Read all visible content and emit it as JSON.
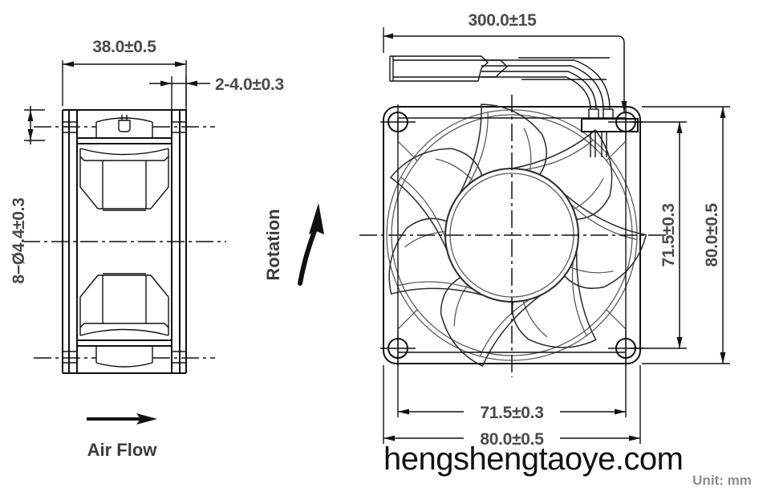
{
  "drawing": {
    "title": "Axial fan dimensional drawing",
    "unit_note": "Unit: mm",
    "watermark": "hengshengtaoye.com"
  },
  "side_view": {
    "name": "side-view",
    "dimensions": {
      "depth": "38.0±0.5",
      "mount_flange": "2-4.0±0.3",
      "mount_holes": "8−Ø4.4±0.3"
    },
    "airflow_label": "Air Flow"
  },
  "rotation": {
    "label": "Rotation"
  },
  "front_view": {
    "name": "front-view",
    "dimensions": {
      "lead_length": "300.0±15",
      "hole_pitch_horizontal": "71.5±0.3",
      "frame_width": "80.0±0.5",
      "hole_pitch_vertical": "71.5±0.3",
      "frame_height": "80.0±0.5"
    }
  },
  "colors": {
    "line": "#111111",
    "text": "#4a4a4a",
    "unit_text": "#8d8d8d",
    "watermark": "#111111",
    "background": "#ffffff"
  }
}
